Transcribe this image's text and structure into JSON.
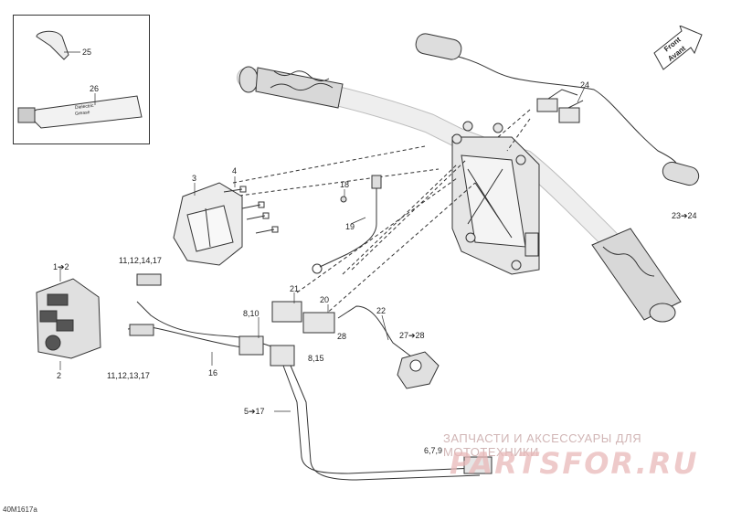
{
  "diagram": {
    "callouts": {
      "c25": "25",
      "c26": "26",
      "c3": "3",
      "c4": "4",
      "c18": "18",
      "c19": "19",
      "c11_12_14_17": "11,12,14,17",
      "c1_2": "1➔2",
      "c2": "2",
      "c11_12_13_17": "11,12,13,17",
      "c16": "16",
      "c21": "21",
      "c20": "20",
      "c22": "22",
      "c8_10": "8,10",
      "c8_15": "8,15",
      "c28": "28",
      "c27_28": "27➔28",
      "c5_17": "5➔17",
      "c24": "24",
      "c23_24": "23➔24",
      "c6_7_9": "6,7,9"
    },
    "front_label": {
      "line1": "Front",
      "line2": "Avant"
    },
    "tube_label": {
      "line1": "Dielectric",
      "line2": "Grease"
    },
    "drawing_code": "40M1617a"
  },
  "watermark": {
    "text": "ЗАПЧАСТИ И АКСЕССУАРЫ ДЛЯ МОТОТЕХНИКИ",
    "logo": "PARTSFOR.RU"
  },
  "colors": {
    "line": "#333333",
    "part_fill": "#e6e6e6",
    "watermark": "#e8b4b4"
  }
}
